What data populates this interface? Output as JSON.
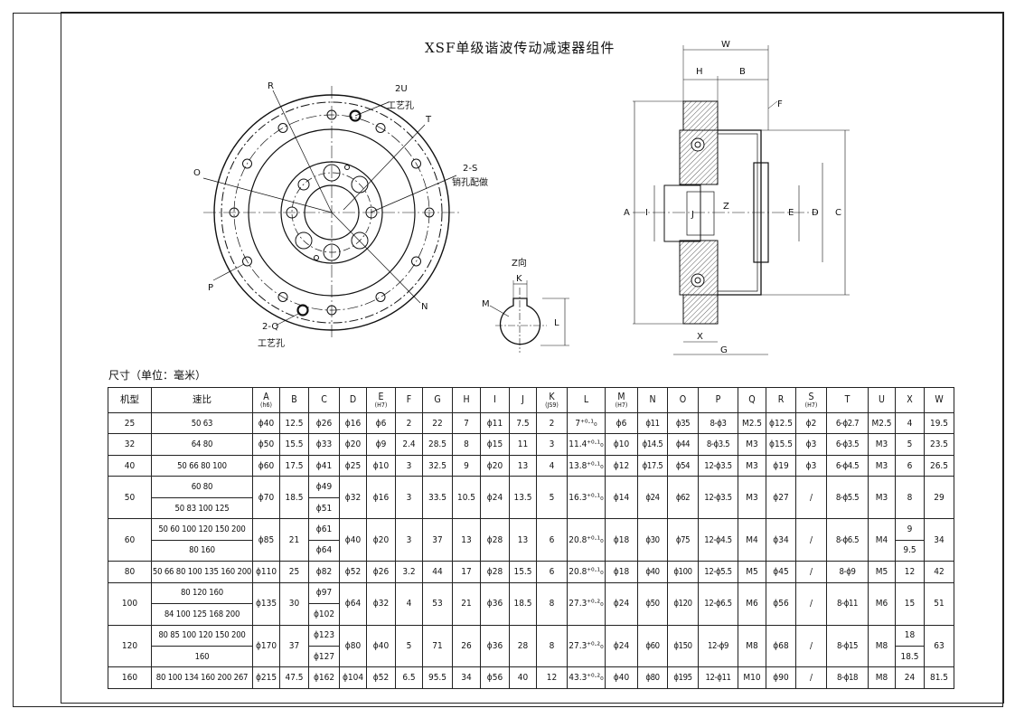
{
  "title": "XSF单级谐波传动减速器组件",
  "dimension_note": "尺寸（单位：毫米）",
  "front_view_labels": {
    "R": "R",
    "U": "2U",
    "U_note": "工艺孔",
    "T": "T",
    "S": "2-S",
    "S_note": "销孔配做",
    "O": "O",
    "P": "P",
    "N": "N",
    "Q": "2-Q",
    "Q_note": "工艺孔"
  },
  "keyway_labels": {
    "view": "Z向",
    "K": "K",
    "M": "M",
    "L": "L"
  },
  "side_view_labels": {
    "W": "W",
    "H": "H",
    "B": "B",
    "F": "F",
    "A": "A",
    "I": "I",
    "J": "J",
    "Z": "Z",
    "E": "E",
    "D": "D",
    "C": "C",
    "X": "X",
    "G": "G"
  },
  "table": {
    "headers": [
      {
        "main": "机型",
        "sub": ""
      },
      {
        "main": "速比",
        "sub": ""
      },
      {
        "main": "A",
        "sub": "(h6)"
      },
      {
        "main": "B",
        "sub": ""
      },
      {
        "main": "C",
        "sub": ""
      },
      {
        "main": "D",
        "sub": ""
      },
      {
        "main": "E",
        "sub": "(H7)"
      },
      {
        "main": "F",
        "sub": ""
      },
      {
        "main": "G",
        "sub": ""
      },
      {
        "main": "H",
        "sub": ""
      },
      {
        "main": "I",
        "sub": ""
      },
      {
        "main": "J",
        "sub": ""
      },
      {
        "main": "K",
        "sub": "(JS9)"
      },
      {
        "main": "L",
        "sub": ""
      },
      {
        "main": "M",
        "sub": "(H7)"
      },
      {
        "main": "N",
        "sub": ""
      },
      {
        "main": "O",
        "sub": ""
      },
      {
        "main": "P",
        "sub": ""
      },
      {
        "main": "Q",
        "sub": ""
      },
      {
        "main": "R",
        "sub": ""
      },
      {
        "main": "S",
        "sub": "(H7)"
      },
      {
        "main": "T",
        "sub": ""
      },
      {
        "main": "U",
        "sub": ""
      },
      {
        "main": "X",
        "sub": ""
      },
      {
        "main": "W",
        "sub": ""
      }
    ],
    "rows": [
      {
        "model": "25",
        "ratios": [
          "50 63"
        ],
        "A": "ϕ40",
        "B": "12.5",
        "C": [
          "ϕ26"
        ],
        "D": "ϕ16",
        "E": "ϕ6",
        "F": "2",
        "G": "22",
        "H": "7",
        "I": "ϕ11",
        "J": "7.5",
        "K": "2",
        "L": "7⁺⁰·¹₀",
        "M": "ϕ6",
        "N": "ϕ11",
        "O": "ϕ35",
        "P": "8-ϕ3",
        "Q": "M2.5",
        "R": "ϕ12.5",
        "S": "ϕ2",
        "T": "6-ϕ2.7",
        "U": "M2.5",
        "X": [
          "4"
        ],
        "W": "19.5"
      },
      {
        "model": "32",
        "ratios": [
          "64 80"
        ],
        "A": "ϕ50",
        "B": "15.5",
        "C": [
          "ϕ33"
        ],
        "D": "ϕ20",
        "E": "ϕ9",
        "F": "2.4",
        "G": "28.5",
        "H": "8",
        "I": "ϕ15",
        "J": "11",
        "K": "3",
        "L": "11.4⁺⁰·¹₀",
        "M": "ϕ10",
        "N": "ϕ14.5",
        "O": "ϕ44",
        "P": "8-ϕ3.5",
        "Q": "M3",
        "R": "ϕ15.5",
        "S": "ϕ3",
        "T": "6-ϕ3.5",
        "U": "M3",
        "X": [
          "5"
        ],
        "W": "23.5"
      },
      {
        "model": "40",
        "ratios": [
          "50 66 80 100"
        ],
        "A": "ϕ60",
        "B": "17.5",
        "C": [
          "ϕ41"
        ],
        "D": "ϕ25",
        "E": "ϕ10",
        "F": "3",
        "G": "32.5",
        "H": "9",
        "I": "ϕ20",
        "J": "13",
        "K": "4",
        "L": "13.8⁺⁰·¹₀",
        "M": "ϕ12",
        "N": "ϕ17.5",
        "O": "ϕ54",
        "P": "12-ϕ3.5",
        "Q": "M3",
        "R": "ϕ19",
        "S": "ϕ3",
        "T": "6-ϕ4.5",
        "U": "M3",
        "X": [
          "6"
        ],
        "W": "26.5"
      },
      {
        "model": "50",
        "ratios": [
          "60 80",
          "50 83 100 125"
        ],
        "A": "ϕ70",
        "B": "18.5",
        "C": [
          "ϕ49",
          "ϕ51"
        ],
        "D": "ϕ32",
        "E": "ϕ16",
        "F": "3",
        "G": "33.5",
        "H": "10.5",
        "I": "ϕ24",
        "J": "13.5",
        "K": "5",
        "L": "16.3⁺⁰·¹₀",
        "M": "ϕ14",
        "N": "ϕ24",
        "O": "ϕ62",
        "P": "12-ϕ3.5",
        "Q": "M3",
        "R": "ϕ27",
        "S": "/",
        "T": "8-ϕ5.5",
        "U": "M3",
        "X": [
          "8"
        ],
        "W": "29"
      },
      {
        "model": "60",
        "ratios": [
          "50 60 100 120 150 200",
          "80 160"
        ],
        "A": "ϕ85",
        "B": "21",
        "C": [
          "ϕ61",
          "ϕ64"
        ],
        "D": "ϕ40",
        "E": "ϕ20",
        "F": "3",
        "G": "37",
        "H": "13",
        "I": "ϕ28",
        "J": "13",
        "K": "6",
        "L": "20.8⁺⁰·¹₀",
        "M": "ϕ18",
        "N": "ϕ30",
        "O": "ϕ75",
        "P": "12-ϕ4.5",
        "Q": "M4",
        "R": "ϕ34",
        "S": "/",
        "T": "8-ϕ6.5",
        "U": "M4",
        "X": [
          "9",
          "9.5"
        ],
        "W": "34"
      },
      {
        "model": "80",
        "ratios": [
          "50 66 80 100 135 160 200"
        ],
        "A": "ϕ110",
        "B": "25",
        "C": [
          "ϕ82"
        ],
        "D": "ϕ52",
        "E": "ϕ26",
        "F": "3.2",
        "G": "44",
        "H": "17",
        "I": "ϕ28",
        "J": "15.5",
        "K": "6",
        "L": "20.8⁺⁰·¹₀",
        "M": "ϕ18",
        "N": "ϕ40",
        "O": "ϕ100",
        "P": "12-ϕ5.5",
        "Q": "M5",
        "R": "ϕ45",
        "S": "/",
        "T": "8-ϕ9",
        "U": "M5",
        "X": [
          "12"
        ],
        "W": "42"
      },
      {
        "model": "100",
        "ratios": [
          "80 120 160",
          "84 100 125 168 200"
        ],
        "A": "ϕ135",
        "B": "30",
        "C": [
          "ϕ97",
          "ϕ102"
        ],
        "D": "ϕ64",
        "E": "ϕ32",
        "F": "4",
        "G": "53",
        "H": "21",
        "I": "ϕ36",
        "J": "18.5",
        "K": "8",
        "L": "27.3⁺⁰·²₀",
        "M": "ϕ24",
        "N": "ϕ50",
        "O": "ϕ120",
        "P": "12-ϕ6.5",
        "Q": "M6",
        "R": "ϕ56",
        "S": "/",
        "T": "8-ϕ11",
        "U": "M6",
        "X": [
          "15"
        ],
        "W": "51"
      },
      {
        "model": "120",
        "ratios": [
          "80 85 100 120 150 200",
          "160"
        ],
        "A": "ϕ170",
        "B": "37",
        "C": [
          "ϕ123",
          "ϕ127"
        ],
        "D": "ϕ80",
        "E": "ϕ40",
        "F": "5",
        "G": "71",
        "H": "26",
        "I": "ϕ36",
        "J": "28",
        "K": "8",
        "L": "27.3⁺⁰·²₀",
        "M": "ϕ24",
        "N": "ϕ60",
        "O": "ϕ150",
        "P": "12-ϕ9",
        "Q": "M8",
        "R": "ϕ68",
        "S": "/",
        "T": "8-ϕ15",
        "U": "M8",
        "X": [
          "18",
          "18.5"
        ],
        "W": "63"
      },
      {
        "model": "160",
        "ratios": [
          "80 100 134 160 200 267"
        ],
        "A": "ϕ215",
        "B": "47.5",
        "C": [
          "ϕ162"
        ],
        "D": "ϕ104",
        "E": "ϕ52",
        "F": "6.5",
        "G": "95.5",
        "H": "34",
        "I": "ϕ56",
        "J": "40",
        "K": "12",
        "L": "43.3⁺⁰·²₀",
        "M": "ϕ40",
        "N": "ϕ80",
        "O": "ϕ195",
        "P": "12-ϕ11",
        "Q": "M10",
        "R": "ϕ90",
        "S": "/",
        "T": "8-ϕ18",
        "U": "M8",
        "X": [
          "24"
        ],
        "W": "81.5"
      }
    ]
  }
}
